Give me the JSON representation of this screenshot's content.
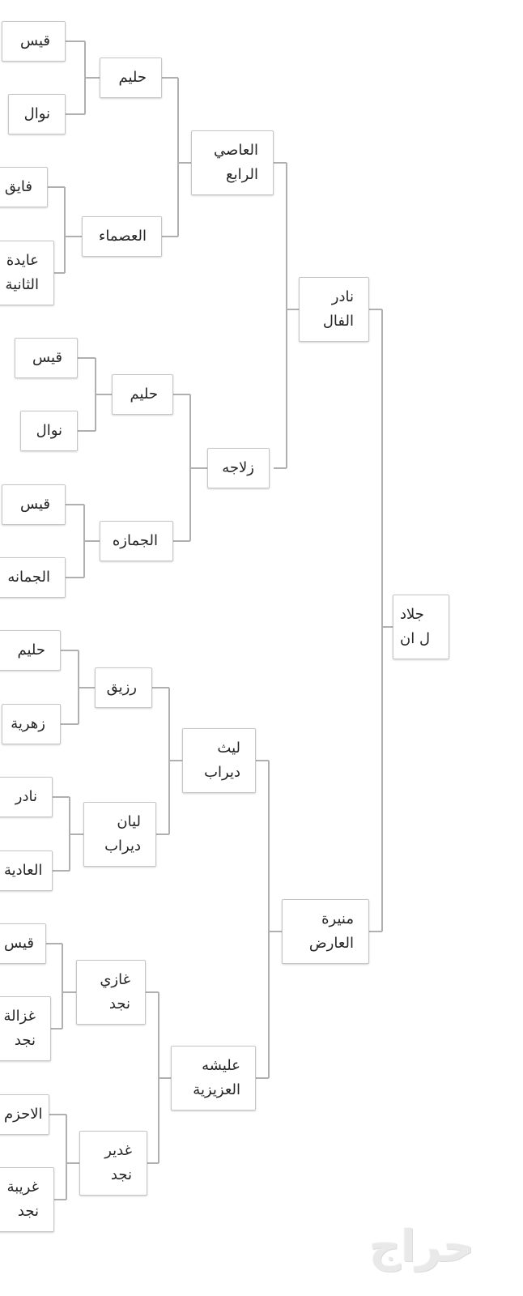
{
  "bracket": {
    "final": "جلاد\nل ان",
    "semifinals": [
      "نادر\nالفال",
      "منيرة\nالعارض"
    ],
    "quarterfinals": [
      "العاصي\nالرابع",
      "زلاجه",
      "ليث\nديراب",
      "عليشه\nالعزيزية"
    ],
    "round16": [
      "حليم",
      "العصماء",
      "حليم",
      "الجمازه",
      "رزيق",
      "ليان\nديراب",
      "غازي\nنجد",
      "غدير\nنجد"
    ],
    "round32": [
      "قيس",
      "نوال",
      "فايق",
      "عايدة\nالثانية",
      "قيس",
      "نوال",
      "قيس",
      "الجمانه",
      "حليم",
      "زهرية",
      "نادر",
      "العادية",
      "قيس",
      "غزالة\nنجد",
      "الاحزم",
      "غريبة\nنجد"
    ]
  },
  "watermark": "حراج",
  "colors": {
    "line": "#b0b0b0",
    "border": "#c6c6c6",
    "text": "#262626",
    "watermark": "#e9e9e9"
  }
}
